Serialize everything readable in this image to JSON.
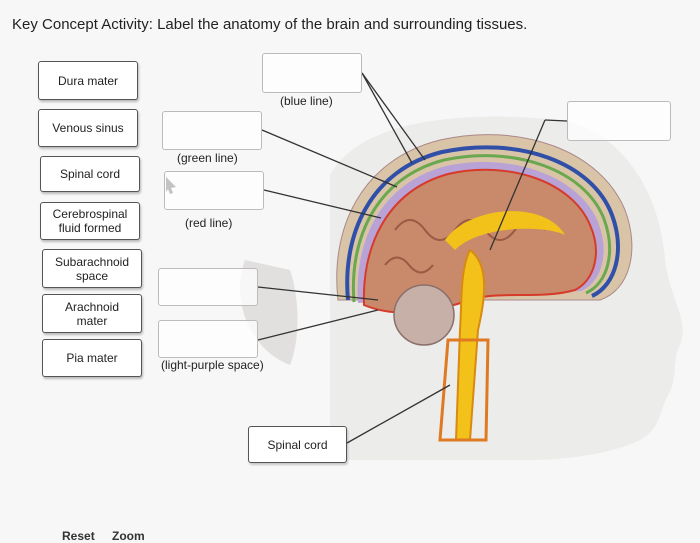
{
  "activity": {
    "title": "Key Concept Activity: Label the anatomy of the brain and surrounding tissues."
  },
  "label_bank": [
    {
      "text": "Dura mater"
    },
    {
      "text": "Venous sinus"
    },
    {
      "text": "Spinal cord"
    },
    {
      "text": "Cerebrospinal fluid formed"
    },
    {
      "text": "Subarachnoid space"
    },
    {
      "text": "Arachnoid mater"
    },
    {
      "text": "Pia mater"
    }
  ],
  "hints": {
    "blue": "(blue line)",
    "green": "(green line)",
    "red": "(red line)",
    "purple": "(light-purple space)"
  },
  "placed_label": {
    "text": "Spinal cord"
  },
  "controls": {
    "reset": "Reset",
    "zoom": "Zoom"
  },
  "colors": {
    "dura": "#2f4fa8",
    "arachnoid": "#6aa84f",
    "pia": "#d63b2a",
    "brain": "#c98a6b",
    "cord": "#f2c11a",
    "csf_space": "#b9a2d6"
  }
}
